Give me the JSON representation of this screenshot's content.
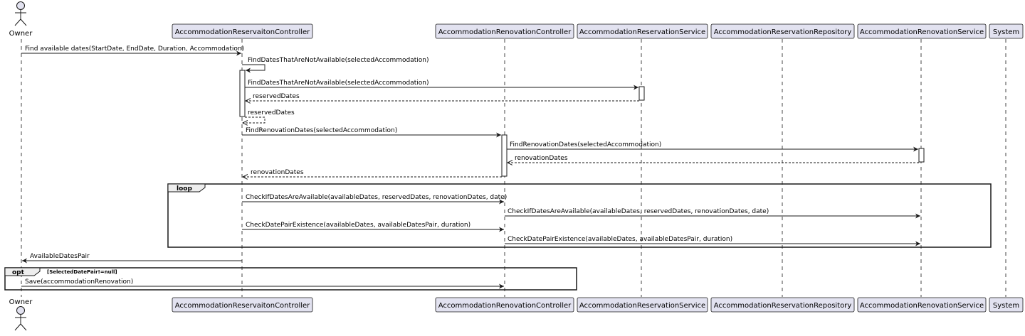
{
  "actor": {
    "name": "Owner"
  },
  "participants": [
    "AccommodationReservaitonController",
    "AccommodationRenovationController",
    "AccommodationReservationService",
    "AccommodationReservationRepository",
    "AccommodationRenovationService",
    "System"
  ],
  "messages": [
    "Find available dates(StartDate, EndDate, Duration, Accommodation)",
    "FindDatesThatAreNotAvailable(selectedAccommodation)",
    "FindDatesThatAreNotAvailable(selectedAccommodation)",
    "reservedDates",
    "reservedDates",
    "FindRenovationDates(selectedAccommodation)",
    "FindRenovationDates(selectedAccommodation)",
    "renovationDates",
    "renovationDates",
    "CheckIfDatesAreAvailable(availableDates, reservedDates, renovationDates, date)",
    "CheckIfDatesAreAvailable(availableDates, reservedDates, renovationDates, date)",
    "CheckDatePairExistence(availableDates, availableDatesPair, duration)",
    "CheckDatePairExistence(availableDates, availableDatesPair, duration)",
    "AvailableDatesPair",
    "Save(accommodationRenovation)"
  ],
  "fragments": {
    "loop": {
      "tag": "loop"
    },
    "opt": {
      "tag": "opt",
      "condition": "[SelectedDatePair!=null]"
    }
  },
  "colors": {
    "participant_fill": "#e2e2f0",
    "participant_border": "#181818",
    "lifeline": "#181818",
    "arrow": "#181818"
  }
}
